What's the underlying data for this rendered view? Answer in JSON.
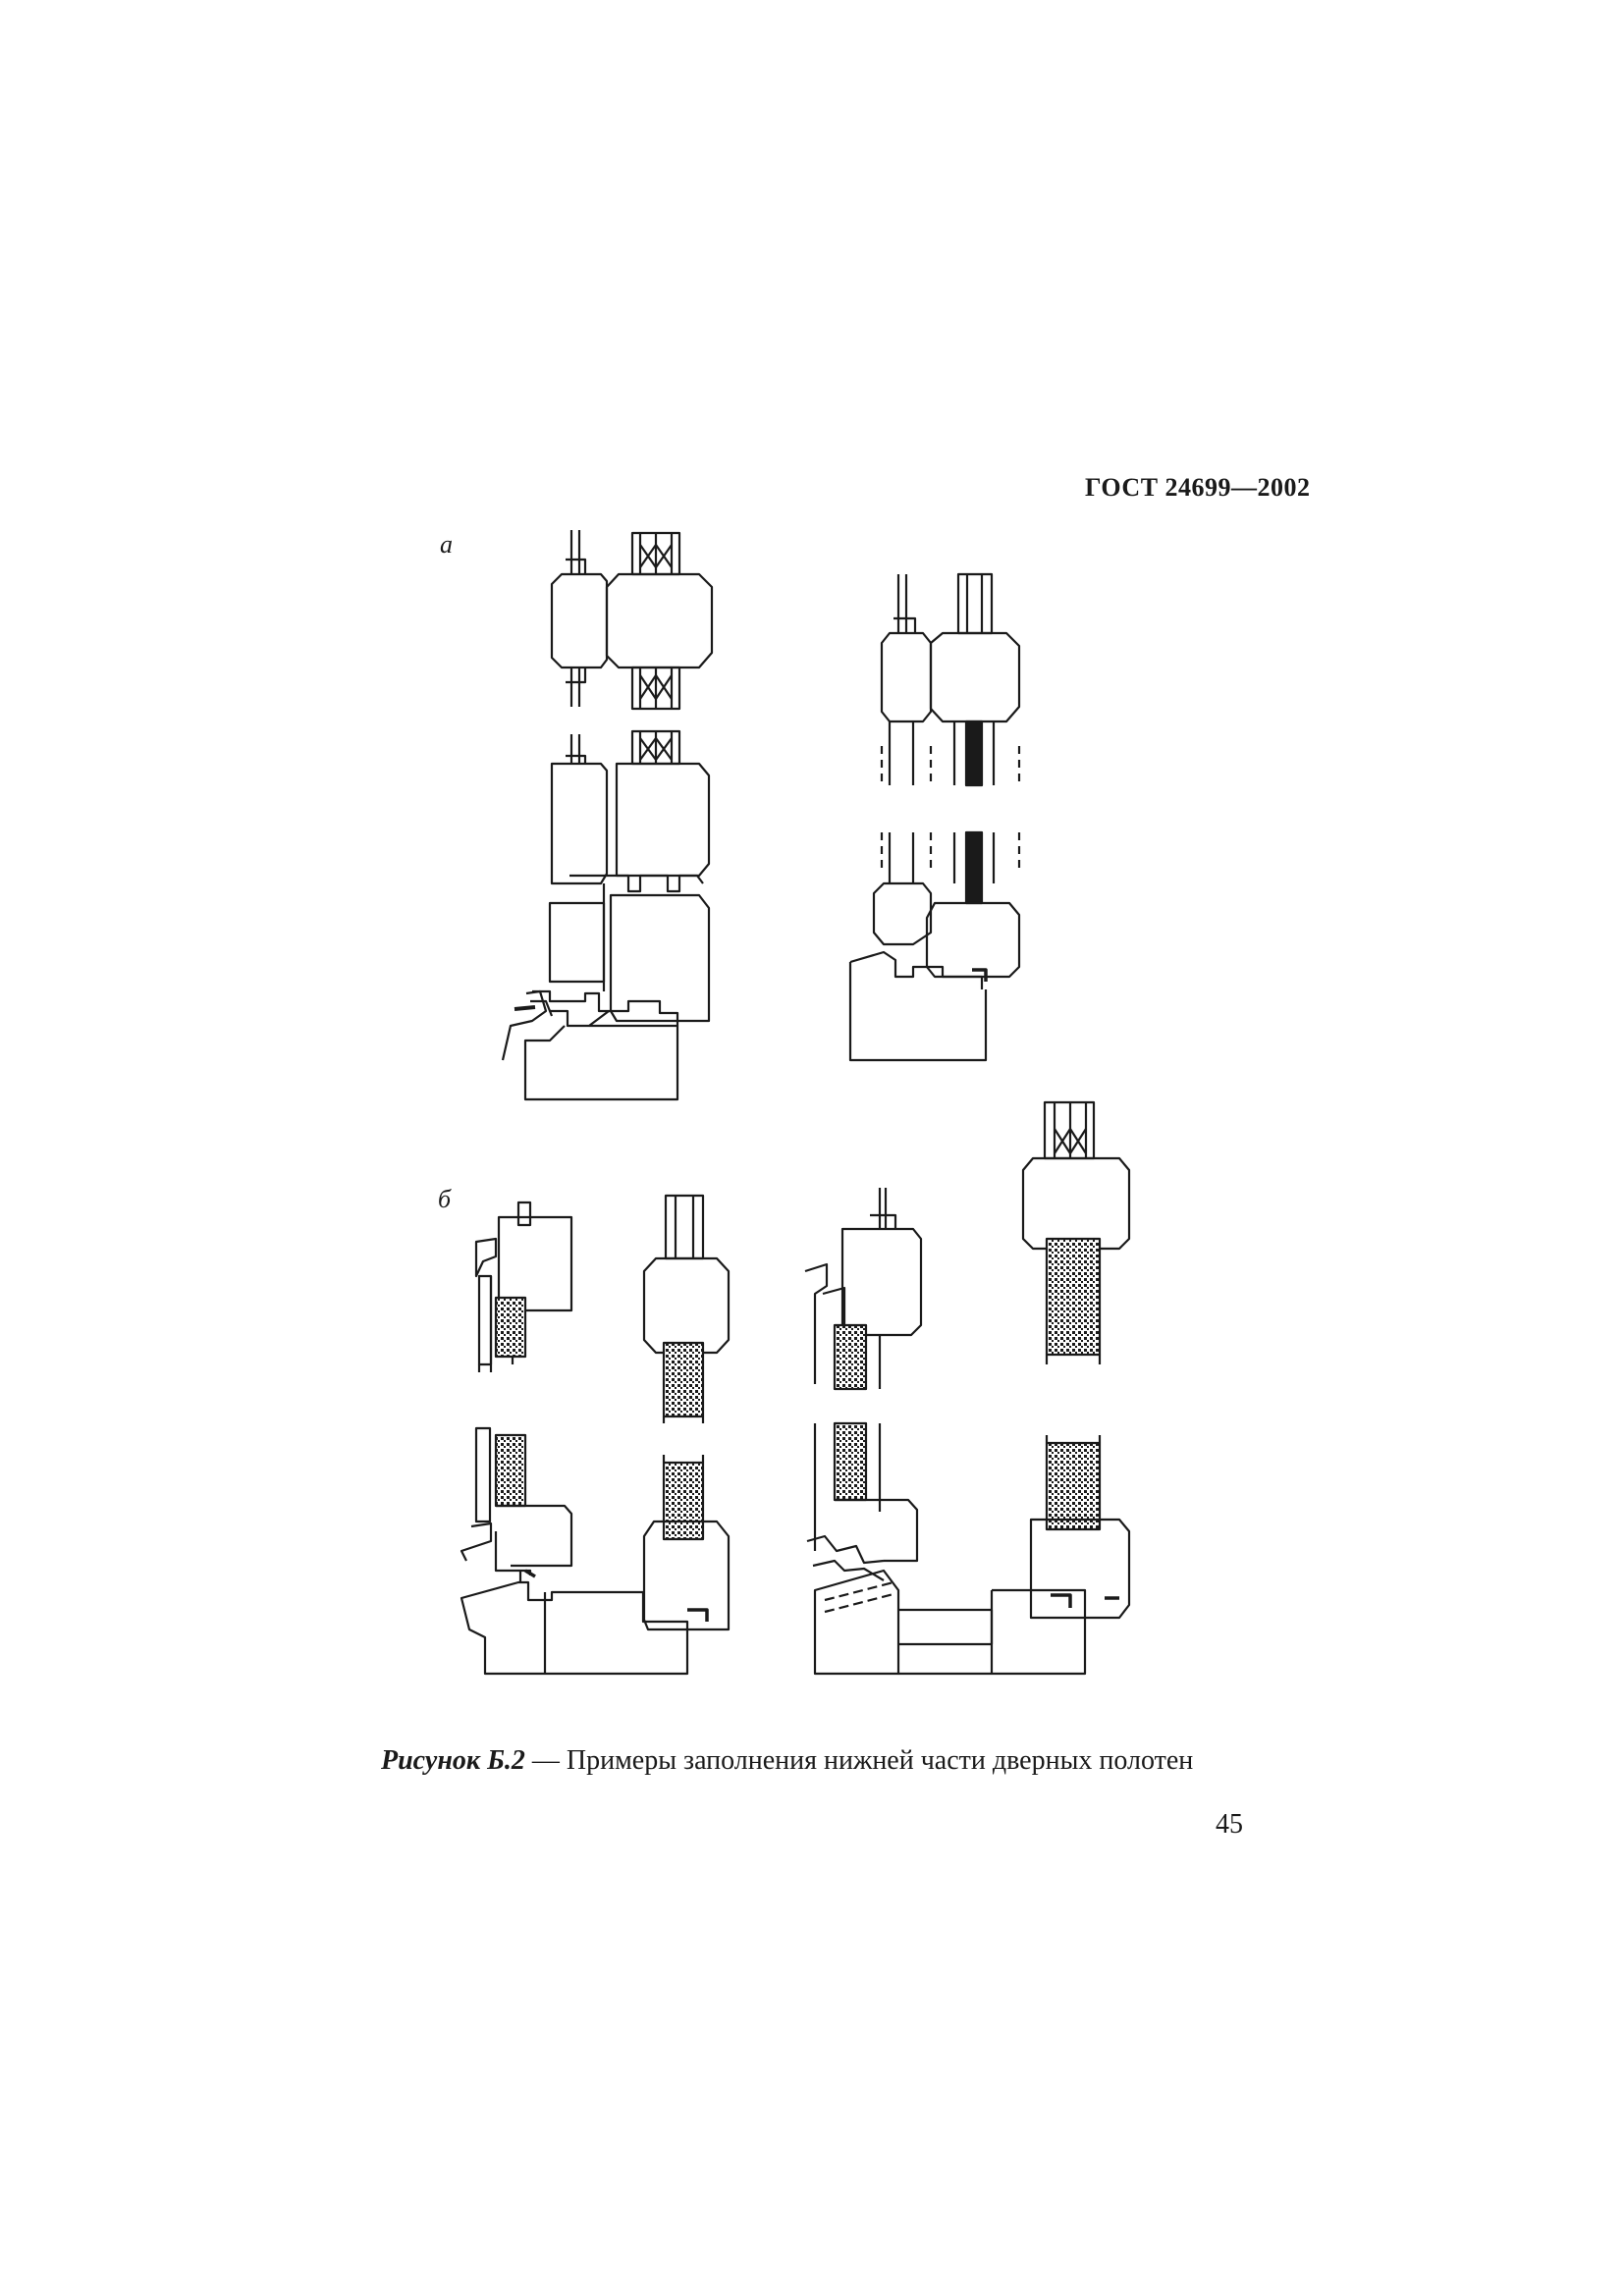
{
  "header": {
    "code": "ГОСТ 24699—2002"
  },
  "figure": {
    "label_a": "а",
    "label_b": "б",
    "caption_label": "Рисунок Б.2",
    "caption_dash": " — ",
    "caption_text": "Примеры заполнения нижней части дверных полотен"
  },
  "page": {
    "number": "45"
  },
  "colors": {
    "ink": "#1a1a1a",
    "paper": "#ffffff"
  }
}
